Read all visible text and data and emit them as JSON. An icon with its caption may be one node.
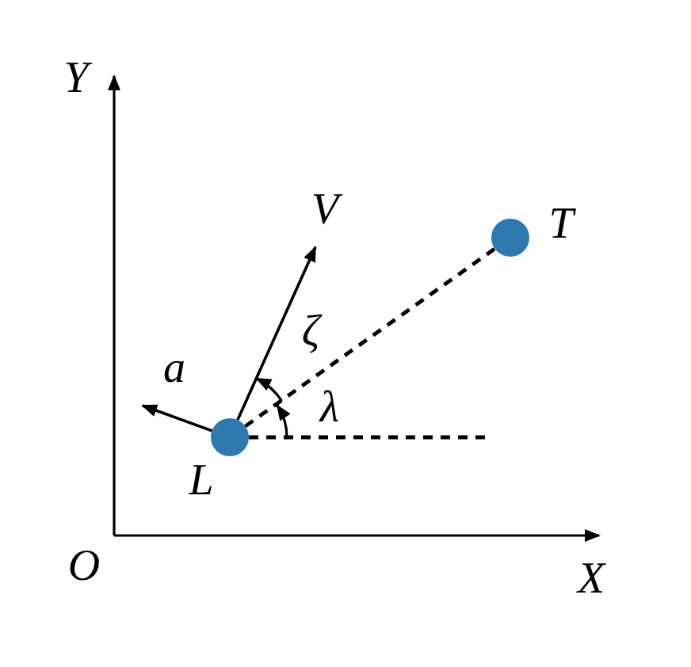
{
  "diagram": {
    "nodes": [
      {
        "text": [],
        "shape": "circle",
        "beside": [
          "L"
        ]
      },
      {
        "text": [],
        "shape": "circle",
        "beside": [
          "T"
        ]
      }
    ],
    "edges": [
      {
        "from": 0,
        "to": 1,
        "arrow": "none",
        "style": "dashed"
      },
      {
        "from": 0,
        "to": null,
        "arrow": "to",
        "label": "V"
      },
      {
        "from": 0,
        "to": null,
        "arrow": "to",
        "label": "a"
      },
      {
        "from": 0,
        "to": null,
        "arrow": "none",
        "style": "dashed"
      }
    ],
    "labels": [
      "Y",
      "O",
      "X",
      "ζ",
      "λ"
    ]
  }
}
